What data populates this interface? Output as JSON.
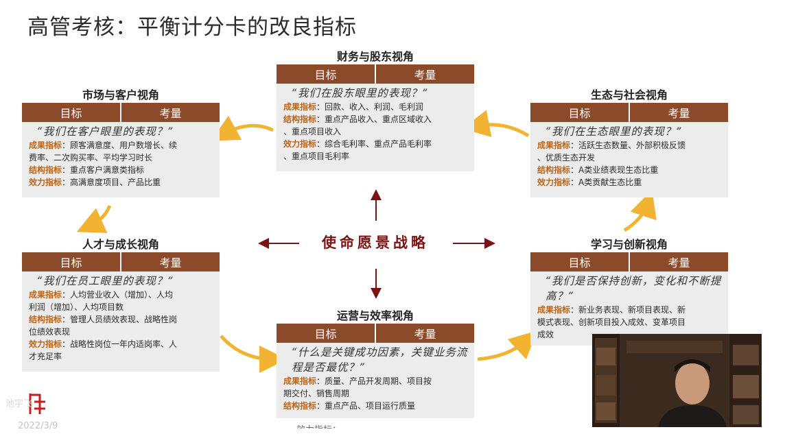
{
  "page_title": "高管考核：平衡计分卡的改良指标",
  "center": {
    "label": "使命愿景战略"
  },
  "header_labels": {
    "goal": "目标",
    "measure": "考量"
  },
  "cards": {
    "finance": {
      "title": "财务与股东视角",
      "question": "“我们在股东眼里的表现？”",
      "lines": [
        {
          "label": "成果指标",
          "text": "：回款、收入、利润、毛利润"
        },
        {
          "label": "结构指标",
          "text": "：重点产品收入、重点区域收入"
        },
        {
          "label": "",
          "text": "、重点项目收入"
        },
        {
          "label": "效力指标",
          "text": "：综合毛利率、重点产品毛利率"
        },
        {
          "label": "",
          "text": "、重点项目毛利率"
        }
      ]
    },
    "market": {
      "title": "市场与客户视角",
      "question": "“我们在客户眼里的表现？”",
      "lines": [
        {
          "label": "成果指标",
          "text": "：顾客满意度、用户数增长、续"
        },
        {
          "label": "",
          "text": "费率、二次购买率、平均学习时长"
        },
        {
          "label": "结构指标",
          "text": "：重点客户满意类指标"
        },
        {
          "label": "效力指标",
          "text": "：高满意度项目、产品比重"
        }
      ]
    },
    "eco": {
      "title": "生态与社会视角",
      "question": "“我们在生态眼里的表现？”",
      "lines": [
        {
          "label": "成果指标",
          "text": "：活跃生态数量、外部积极反馈"
        },
        {
          "label": "",
          "text": "、优质生态开发"
        },
        {
          "label": "结构指标",
          "text": "：A类业绩表现生态比重"
        },
        {
          "label": "效力指标",
          "text": "：A类贡献生态比重"
        }
      ]
    },
    "talent": {
      "title": "人才与成长视角",
      "question": "“我们在员工眼里的表现？”",
      "lines": [
        {
          "label": "成果指标",
          "text": "：人均营业收入（增加）、人均"
        },
        {
          "label": "",
          "text": "利润（增加）、人均项目数"
        },
        {
          "label": "结构指标",
          "text": "：管理人员绩效表现、战略性岗"
        },
        {
          "label": "",
          "text": "位绩效表现"
        },
        {
          "label": "效力指标",
          "text": "：战略性岗位一年内适岗率、人"
        },
        {
          "label": "",
          "text": "才充足率"
        }
      ]
    },
    "learning": {
      "title": "学习与创新视角",
      "question": "“我们是否保持创新，变化和不断提高？”",
      "lines": [
        {
          "label": "成果指标",
          "text": "：新业务表现、新项目表现、新"
        },
        {
          "label": "",
          "text": "模式表现、创新项目投入成效、变革项目"
        },
        {
          "label": "",
          "text": "成效"
        }
      ]
    },
    "operations": {
      "title": "运营与效率视角",
      "question": "“什么是关键成功因素，关键业务流程是否最优？”",
      "lines": [
        {
          "label": "成果指标",
          "text": "：质量、产品开发周期、项目按"
        },
        {
          "label": "",
          "text": "期交付、销售周期"
        },
        {
          "label": "结构指标",
          "text": "：重点产品、项目运行质量"
        }
      ]
    }
  },
  "logo": {
    "text": "池宇飞"
  },
  "footer": {
    "date": "2022/3/9",
    "bottom_cut": "效力指标：..."
  },
  "colors": {
    "header_brown": "#8b4a2a",
    "kpi_orange": "#b8651b",
    "arrow_yellow": "#f2b232",
    "center_red": "#7a1414",
    "body_grey": "#ececec"
  }
}
